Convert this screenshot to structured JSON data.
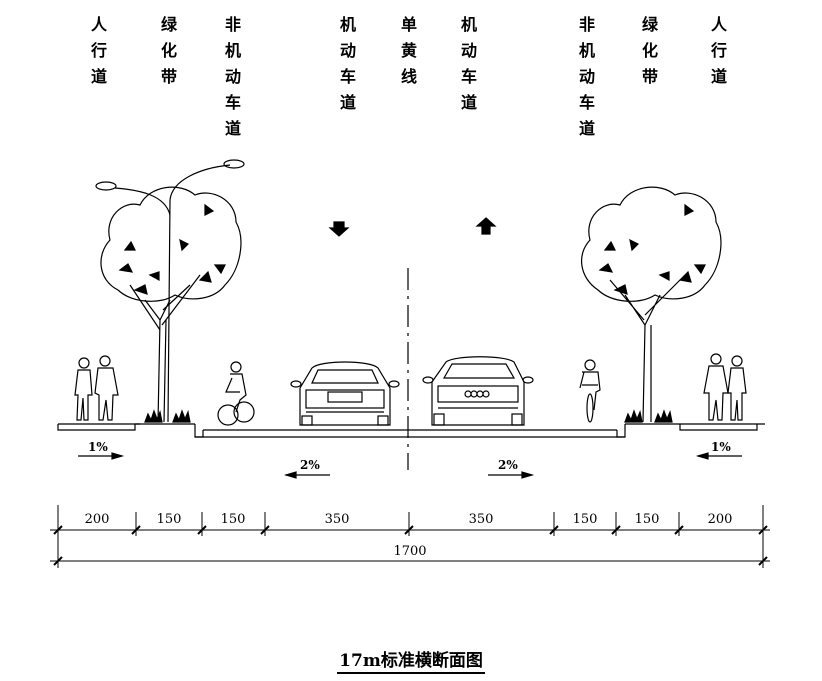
{
  "labels": {
    "sidewalk_left": "人行道",
    "greenbelt_left": "绿化带",
    "nonmotor_left": "非机动车道",
    "motor_left": "机动车道",
    "center_line": "单黄线",
    "motor_right": "机动车道",
    "nonmotor_right": "非机动车道",
    "greenbelt_right": "绿化带",
    "sidewalk_right": "人行道"
  },
  "slopes": {
    "left_sidewalk": "1%",
    "left_road": "2%",
    "right_road": "2%",
    "right_sidewalk": "1%"
  },
  "dimensions": {
    "segments": [
      "200",
      "150",
      "150",
      "350",
      "350",
      "150",
      "150",
      "200"
    ],
    "total": "1700"
  },
  "title": "17m标准横断面图",
  "colors": {
    "ink": "#000000",
    "background": "#ffffff"
  }
}
